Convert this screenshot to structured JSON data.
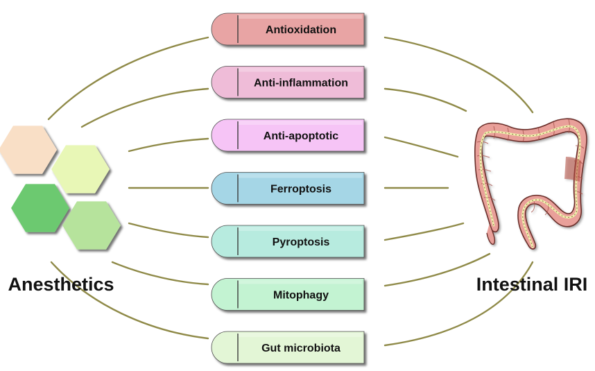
{
  "left_group": {
    "label": "Anesthetics",
    "hexagon_colors": [
      "#f9dfc6",
      "#e8f7b6",
      "#6cc96f",
      "#b6e39c"
    ]
  },
  "right_group": {
    "label": "Intestinal IRI",
    "icon": "colon-icon"
  },
  "connector_color": "#8f8a48",
  "mechanisms": [
    {
      "label": "Antioxidation",
      "color": "#e8a4a4"
    },
    {
      "label": "Anti-inflammation",
      "color": "#efbcd8"
    },
    {
      "label": "Anti-apoptotic",
      "color": "#f6c4f6"
    },
    {
      "label": "Ferroptosis",
      "color": "#a5d6e6"
    },
    {
      "label": "Pyroptosis",
      "color": "#b7ebdf"
    },
    {
      "label": "Mitophagy",
      "color": "#c3f3d2"
    },
    {
      "label": "Gut microbiota",
      "color": "#e3f6d6"
    }
  ]
}
